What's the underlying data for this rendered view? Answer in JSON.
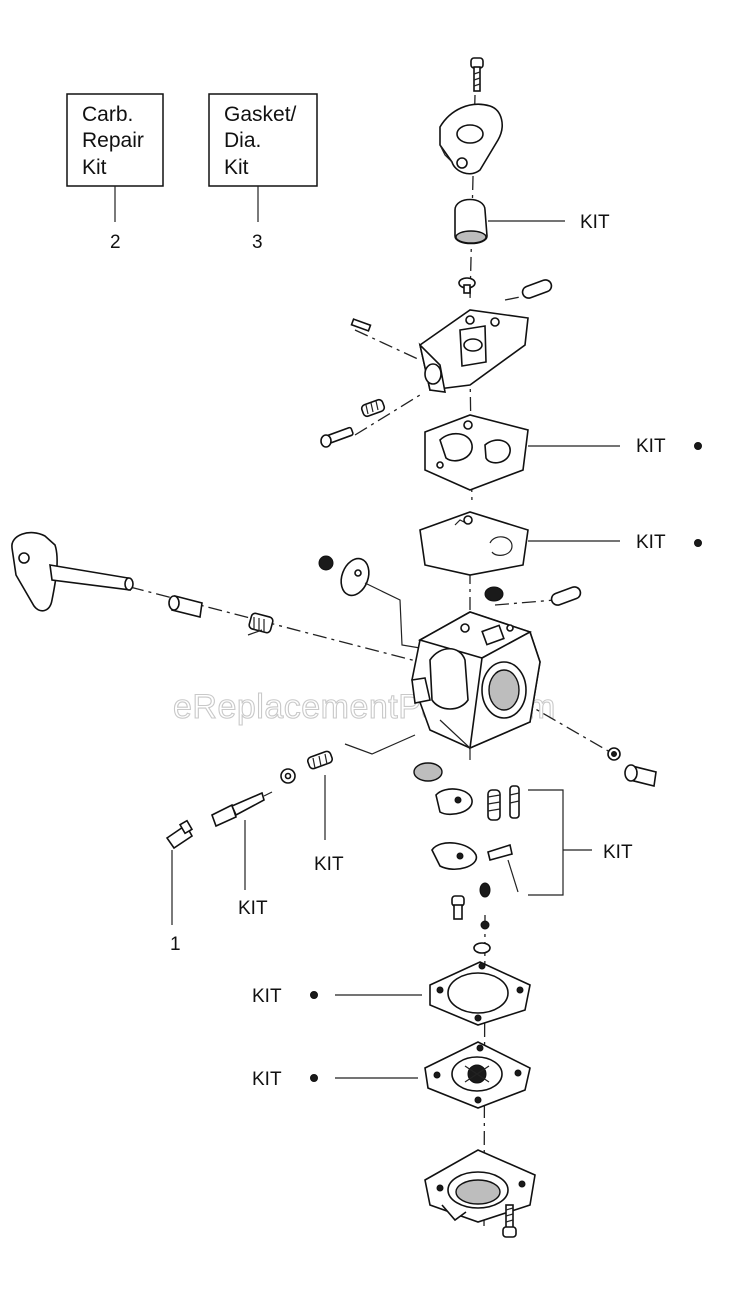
{
  "kit_boxes": [
    {
      "lines": [
        "Carb.",
        "Repair",
        "Kit"
      ],
      "ref": "2"
    },
    {
      "lines": [
        "Gasket/",
        "Dia.",
        "Kit"
      ],
      "ref": "3"
    }
  ],
  "callouts": {
    "kit_label": "KIT",
    "ref_1": "1"
  },
  "watermark": "eReplacementParts.com",
  "colors": {
    "line": "#222222",
    "watermark": "#c9c9c9",
    "background": "#ffffff"
  }
}
